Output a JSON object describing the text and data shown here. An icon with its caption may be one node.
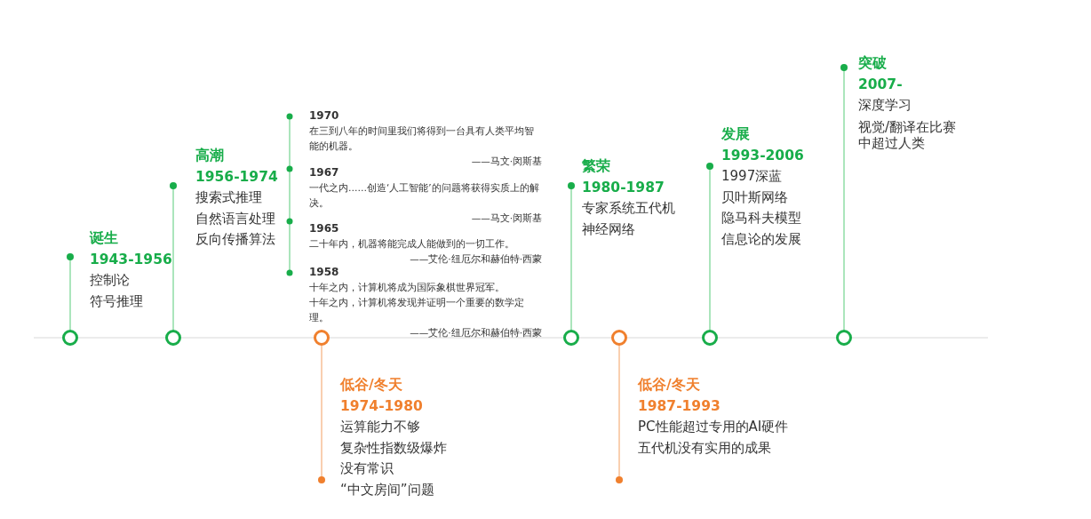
{
  "diagram": {
    "nodes": [
      {
        "text": [
          "诞生",
          "1943-1956",
          "控制论",
          "符号推理"
        ]
      },
      {
        "text": [
          "高潮",
          "1956-1974",
          "搜索式推理",
          "自然语言处理",
          "反向传播算法"
        ]
      },
      {
        "text": [
          "1970",
          "在三到八年的时间里我们将得到一台具有人类平均智能的机器。",
          "——马文·闵斯基"
        ]
      },
      {
        "text": [
          "1967",
          "一代之内……创造‘人工智能’的问题将获得实质上的解决。",
          "——马文·闵斯基"
        ]
      },
      {
        "text": [
          "1965",
          "二十年内，机器将能完成人能做到的一切工作。",
          "——艾伦·纽厄尔和赫伯特·西蒙"
        ]
      },
      {
        "text": [
          "1958",
          "十年之内，计算机将成为国际象棋世界冠军。",
          "十年之内，计算机将发现并证明一个重要的数学定理。",
          "——艾伦·纽厄尔和赫伯特·西蒙"
        ]
      },
      {
        "text": [
          "低谷/冬天",
          "1974-1980",
          "运算能力不够",
          "复杂性指数级爆炸",
          "没有常识",
          "“中文房间”问题"
        ]
      },
      {
        "text": [
          "繁荣",
          "1980-1987",
          "专家系统五代机",
          "神经网络"
        ]
      },
      {
        "text": [
          "低谷/冬天",
          "1987-1993",
          "PC性能超过专用的AI硬件",
          "五代机没有实用的成果"
        ]
      },
      {
        "text": [
          "发展",
          "1993-2006",
          "1997深蓝",
          "贝叶斯网络",
          "隐马科夫模型",
          "信息论的发展"
        ]
      },
      {
        "text": [
          "突破",
          "2007-",
          "深度学习",
          "视觉/翻译在比赛中超过人类"
        ]
      }
    ]
  }
}
